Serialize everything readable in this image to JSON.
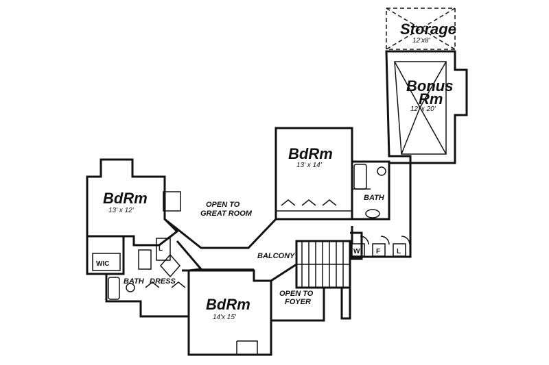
{
  "rooms": {
    "storage": {
      "name": "Storage",
      "size": "12'x8'"
    },
    "bonus": {
      "name_line1": "Bonus",
      "name_line2": "Rm",
      "size": "12' x 20'"
    },
    "bed_center": {
      "name": "BdRm",
      "size": "13' x 14'"
    },
    "bed_left": {
      "name": "BdRm",
      "size": "13' x 12'"
    },
    "bed_bottom": {
      "name": "BdRm",
      "size": "14'x 15'"
    }
  },
  "labels": {
    "open_great_1": "OPEN TO",
    "open_great_2": "GREAT ROOM",
    "balcony": "BALCONY",
    "open_foyer_1": "OPEN TO",
    "open_foyer_2": "FOYER",
    "bath_right": "BATH",
    "bath_left": "BATH",
    "dress": "DRESS",
    "wic": "WIC",
    "linen_1": "L",
    "linen_2": "L",
    "washer": "W",
    "freezer": "F"
  }
}
